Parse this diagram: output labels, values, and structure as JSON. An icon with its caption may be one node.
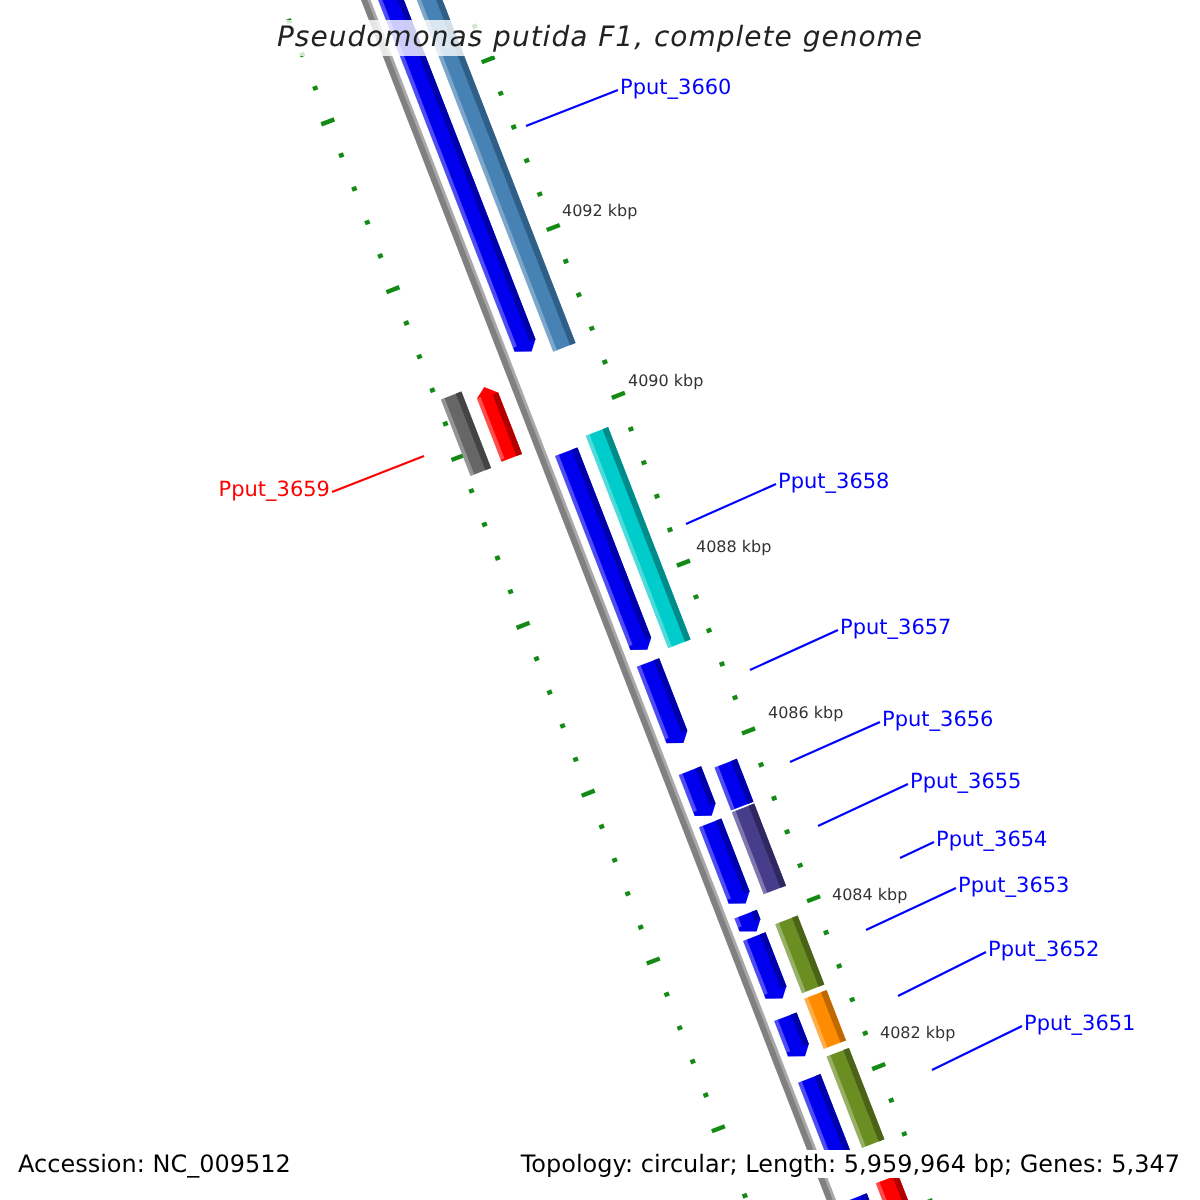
{
  "diagram": {
    "title": "Pseudomonas putida F1, complete genome",
    "nodes": [
      {
        "text": [
          "Pput_3660"
        ]
      },
      {
        "text": [
          "Pput_3659"
        ]
      },
      {
        "text": [
          "Pput_3658"
        ]
      },
      {
        "text": [
          "Pput_3657"
        ]
      },
      {
        "text": [
          "Pput_3656"
        ]
      },
      {
        "text": [
          "Pput_3655"
        ]
      },
      {
        "text": [
          "Pput_3654"
        ]
      },
      {
        "text": [
          "Pput_3653"
        ]
      },
      {
        "text": [
          "Pput_3652"
        ]
      },
      {
        "text": [
          "Pput_3651"
        ]
      }
    ],
    "edges": [
      {
        "from": 0,
        "to": null,
        "arrow": "none"
      },
      {
        "from": 1,
        "to": null,
        "arrow": "none",
        "color": "#ff0000"
      },
      {
        "from": 2,
        "to": null,
        "arrow": "none"
      },
      {
        "from": 3,
        "to": null,
        "arrow": "none"
      },
      {
        "from": 4,
        "to": null,
        "arrow": "none"
      },
      {
        "from": 5,
        "to": null,
        "arrow": "none"
      },
      {
        "from": 6,
        "to": null,
        "arrow": "none"
      },
      {
        "from": 7,
        "to": null,
        "arrow": "none"
      },
      {
        "from": 8,
        "to": null,
        "arrow": "none"
      },
      {
        "from": 9,
        "to": null,
        "arrow": "none"
      }
    ],
    "labels": [
      "4092 kbp",
      "4090 kbp",
      "4088 kbp",
      "4086 kbp",
      "4084 kbp",
      "4082 kbp",
      "Accession: NC_009512",
      "Topology: circular; Length: 5,959,964 bp; Genes: 5,347"
    ]
  }
}
